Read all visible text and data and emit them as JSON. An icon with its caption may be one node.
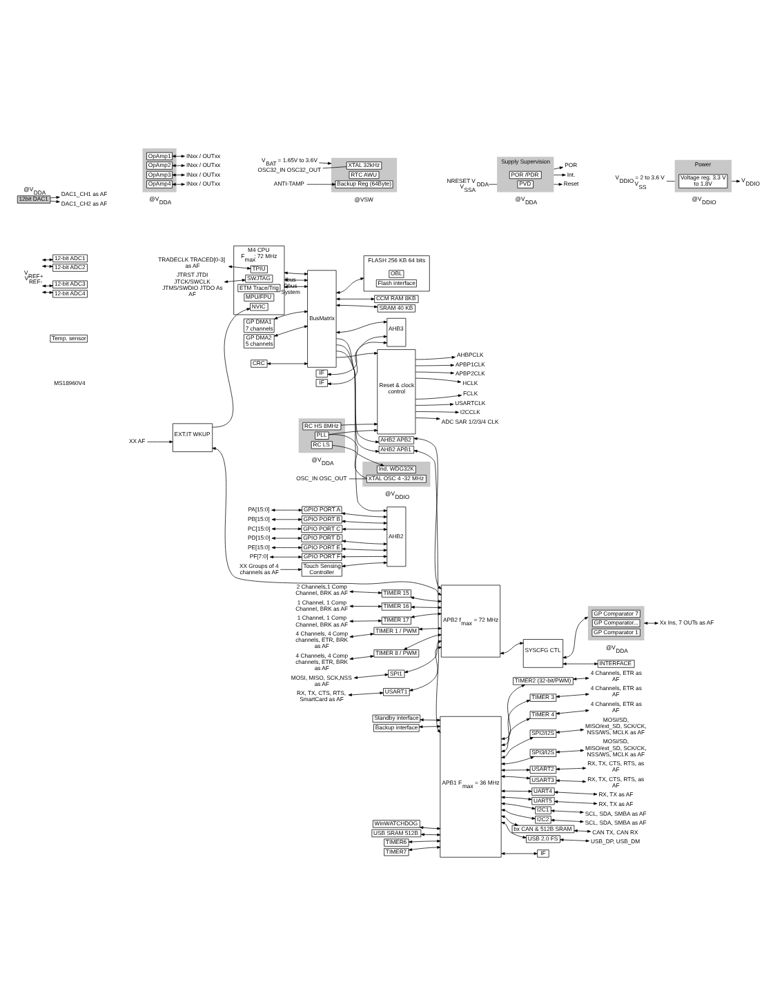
{
  "diagram": {
    "nodes": [
      {
        "text": [
          "TRADECLK TRACED[0-3] as AF"
        ]
      },
      {
        "text": [
          "JTRST JTDI JTCK/SWCLK JTMS/SWDIO JTDO As AF"
        ]
      },
      {
        "text": [
          "M4 CPU",
          "F$_{max}$: 72 MHz"
        ]
      },
      {
        "text": [
          "TPIU"
        ],
        "in": 2
      },
      {
        "text": [
          "SWJTAG"
        ],
        "in": 2
      },
      {
        "text": [
          "ETM Trace/Trig"
        ],
        "in": 2
      },
      {
        "text": [
          "MPU/FPU"
        ],
        "in": 2
      },
      {
        "text": [
          "NVIC"
        ],
        "in": 2
      },
      {
        "text": [
          "BusMatrix"
        ]
      },
      {
        "text": [
          "FLASH 256 KB 64 bits"
        ]
      },
      {
        "text": [
          "OBL"
        ],
        "in": 9
      },
      {
        "text": [
          "Flash interface"
        ],
        "in": 9
      },
      {
        "text": [
          "CCM RAM 8KB"
        ]
      },
      {
        "text": [
          "SRAM 40 KB"
        ]
      },
      {
        "text": [
          "GP DMA1",
          "7 channels"
        ]
      },
      {
        "text": [
          "GP DMA2",
          "5 channels"
        ]
      },
      {
        "text": [
          "Temp. sensor"
        ]
      },
      {
        "text": [
          "12-bit ADC1"
        ]
      },
      {
        "text": [
          "12-bit ADC2"
        ]
      },
      {
        "text": [
          "IF"
        ]
      },
      {
        "text": [
          "12-bit ADC3"
        ]
      },
      {
        "text": [
          "12-bit ADC4"
        ]
      },
      {
        "text": [
          "IF"
        ]
      },
      {
        "text": [
          "V$_{REF+}$ V$_{REF-}$"
        ]
      },
      {
        "text": [
          "AHB3"
        ]
      },
      {
        "text": [
          "Reset & clock control"
        ]
      },
      {
        "text": [
          "AHBPCLK"
        ]
      },
      {
        "text": [
          "APBP1CLK"
        ]
      },
      {
        "text": [
          "APBP2CLK"
        ]
      },
      {
        "text": [
          "HCLK"
        ]
      },
      {
        "text": [
          "FCLK"
        ]
      },
      {
        "text": [
          "USARTCLK"
        ]
      },
      {
        "text": [
          "I2CCLK"
        ]
      },
      {
        "text": [
          "ADC SAR 1/2/3/4 CLK"
        ]
      },
      {
        "text": [
          "Power"
        ],
        "beside": [
          "@V$_{DDIO}$"
        ]
      },
      {
        "text": [
          "Voltage reg. 3.3 V to 1.8V"
        ],
        "in": 34
      },
      {
        "text": [
          "V$_{DDIO}$"
        ]
      },
      {
        "text": [
          "V$_{DDIO}$ = 2 to 3.6 V V$_{SS}$"
        ]
      },
      {
        "text": [
          "Supply Supervision"
        ],
        "beside": [
          "@V$_{DDA}$"
        ]
      },
      {
        "text": [
          "POR /PDR"
        ],
        "in": 38
      },
      {
        "text": [
          "PVD"
        ],
        "in": 38
      },
      {
        "text": [
          "POR"
        ]
      },
      {
        "text": [
          "Reset"
        ]
      },
      {
        "text": [
          "Int."
        ]
      },
      {
        "text": [
          "NRESET V$_{DDA}$ V$_{SSA}$"
        ]
      },
      {
        "text": [],
        "shape": "box",
        "beside": [
          "@V$_{DDA}$"
        ]
      },
      {
        "text": [
          "RC HS 8MHz"
        ],
        "in": 45
      },
      {
        "text": [
          "RC LS"
        ],
        "in": 45
      },
      {
        "text": [
          "PLL"
        ],
        "in": 45
      },
      {
        "text": [],
        "shape": "box",
        "beside": [
          "@V$_{DDIO}$"
        ]
      },
      {
        "text": [
          "XTAL OSC 4 -32 MHz"
        ],
        "in": 49
      },
      {
        "text": [
          "Ind. WDG32K"
        ],
        "in": 49
      },
      {
        "text": [
          "Standby interface"
        ]
      },
      {
        "text": [
          "OSC_IN OSC_OUT"
        ]
      },
      {
        "text": [
          "V$_{BAT}$ = 1.65V to 3.6V"
        ]
      },
      {
        "text": [],
        "shape": "box",
        "beside": [
          "@VSW"
        ]
      },
      {
        "text": [
          "XTAL 32kHz"
        ],
        "in": 55
      },
      {
        "text": [
          "RTC AWU"
        ],
        "in": 55
      },
      {
        "text": [
          "Backup Reg (64Byte)"
        ],
        "in": 55
      },
      {
        "text": [
          "Backup interface"
        ]
      },
      {
        "text": [
          "OSC32_IN OSC32_OUT"
        ]
      },
      {
        "text": [
          "ANTI-TAMP"
        ]
      },
      {
        "text": [
          "CRC"
        ]
      },
      {
        "text": [
          "AHB2"
        ]
      },
      {
        "text": [
          "GPIO PORT A"
        ]
      },
      {
        "text": [
          "GPIO PORT B"
        ]
      },
      {
        "text": [
          "GPIO PORT C"
        ]
      },
      {
        "text": [
          "GPIO PORT D"
        ]
      },
      {
        "text": [
          "GPIO PORT E"
        ]
      },
      {
        "text": [
          "GPIO PORT F"
        ]
      },
      {
        "text": [
          "PA[15:0]"
        ]
      },
      {
        "text": [
          "PB[15:0]"
        ]
      },
      {
        "text": [
          "PC[15:0]"
        ]
      },
      {
        "text": [
          "PD[15:0]"
        ]
      },
      {
        "text": [
          "PE[15:0]"
        ]
      },
      {
        "text": [
          "PF[7:0]"
        ]
      },
      {
        "text": [
          "Touch Sensing Controller"
        ]
      },
      {
        "text": [
          "XX Groups of 4 channels as AF"
        ]
      },
      {
        "text": [
          "AHB2 APB2"
        ]
      },
      {
        "text": [
          "AHB2 APB1"
        ]
      },
      {
        "text": [
          "APB1 F$_{max}$ = 36 MHz"
        ]
      },
      {
        "text": [
          "APB2 f$_{max}$ = 72 MHz"
        ]
      },
      {
        "text": [
          "TIMER2 (32-bit/PWM)"
        ]
      },
      {
        "text": [
          "TIMER 3"
        ]
      },
      {
        "text": [
          "TIMER 4"
        ]
      },
      {
        "text": [
          "SPI2/I2S"
        ]
      },
      {
        "text": [
          "SPI3/I2S"
        ]
      },
      {
        "text": [
          "USART2"
        ]
      },
      {
        "text": [
          "USART3"
        ]
      },
      {
        "text": [
          "UART4"
        ]
      },
      {
        "text": [
          "UART5"
        ]
      },
      {
        "text": [
          "I2C1"
        ]
      },
      {
        "text": [
          "I2C2"
        ]
      },
      {
        "text": [
          "bx CAN & 512B SRAM"
        ]
      },
      {
        "text": [
          "USB 2.0 FS"
        ]
      },
      {
        "text": [
          "4 Channels, ETR as AF"
        ]
      },
      {
        "text": [
          "4 Channels, ETR as AF"
        ]
      },
      {
        "text": [
          "4 Channels, ETR as AF"
        ]
      },
      {
        "text": [
          "MOSI/SD, MISO/ext_SD, SCK/CK, NSS/WS, MCLK as AF"
        ]
      },
      {
        "text": [
          "MOSI/SD, MISO/ext_SD, SCK/CK, NSS/WS, MCLK as AF"
        ]
      },
      {
        "text": [
          "RX, TX, CTS, RTS, as AF"
        ]
      },
      {
        "text": [
          "RX, TX, CTS, RTS, as AF"
        ]
      },
      {
        "text": [
          "RX, TX as AF"
        ]
      },
      {
        "text": [
          "RX, TX as AF"
        ]
      },
      {
        "text": [
          "SCL, SDA, SMBA as AF"
        ]
      },
      {
        "text": [
          "SCL, SDA, SMBA as AF"
        ]
      },
      {
        "text": [
          "CAN TX, CAN RX"
        ]
      },
      {
        "text": [
          "USB_DP, USB_DM"
        ]
      },
      {
        "text": [
          "WinWATCHDOG"
        ]
      },
      {
        "text": [
          "USB SRAM 512B"
        ]
      },
      {
        "text": [
          "TIMER6"
        ]
      },
      {
        "text": [
          "TIMER7"
        ]
      },
      {
        "text": [
          "IF"
        ]
      },
      {
        "text": [
          "12bit DAC1"
        ],
        "beside": [
          "@V$_{DDA}$"
        ]
      },
      {
        "text": [
          "DAC1_CH1 as AF"
        ]
      },
      {
        "text": [
          "DAC1_CH2 as AF"
        ]
      },
      {
        "text": [
          "EXT.IT WKUP"
        ]
      },
      {
        "text": [
          "XX AF"
        ]
      },
      {
        "text": [
          "TIMER 15"
        ]
      },
      {
        "text": [
          "TIMER 16"
        ]
      },
      {
        "text": [
          "TIMER 17"
        ]
      },
      {
        "text": [
          "TIMER 1 / PWM"
        ]
      },
      {
        "text": [
          "TIMER 8 / PWM"
        ]
      },
      {
        "text": [
          "SPI1"
        ]
      },
      {
        "text": [
          "USART1"
        ]
      },
      {
        "text": [
          "2 Channels,1 Comp Channel, BRK as AF"
        ]
      },
      {
        "text": [
          "1 Channel, 1 Comp Channel, BRK as AF"
        ]
      },
      {
        "text": [
          "1 Channel, 1 Comp Channel, BRK as AF"
        ]
      },
      {
        "text": [
          "4 Channels, 4 Comp channels, ETR, BRK as AF"
        ]
      },
      {
        "text": [
          "4 Channels, 4 Comp channels, ETR, BRK as AF"
        ]
      },
      {
        "text": [
          "MOSI, MISO, SCK,NSS as AF"
        ]
      },
      {
        "text": [
          "RX, TX, CTS, RTS, SmartCard as AF"
        ]
      },
      {
        "text": [
          "SYSCFG CTL"
        ]
      },
      {
        "text": [],
        "shape": "box",
        "beside": [
          "@V$_{DDA}$"
        ]
      },
      {
        "text": [
          "GP Comparator 7"
        ],
        "in": 133
      },
      {
        "text": [
          "GP Comparator..."
        ],
        "in": 133
      },
      {
        "text": [
          "GP Comparator 1"
        ],
        "in": 133
      },
      {
        "text": [
          "Xx Ins, 7 OUTs as AF"
        ]
      },
      {
        "text": [
          "INTERFACE"
        ]
      },
      {
        "text": [],
        "shape": "box",
        "beside": [
          "@V$_{DDA}$"
        ]
      },
      {
        "text": [
          "OpAmp1"
        ],
        "in": 139
      },
      {
        "text": [
          "OpAmp2"
        ],
        "in": 139
      },
      {
        "text": [
          "OpAmp3"
        ],
        "in": 139
      },
      {
        "text": [
          "OpAmp4"
        ],
        "in": 139
      },
      {
        "text": [
          "INxx / OUTxx"
        ]
      },
      {
        "text": [
          "INxx / OUTxx"
        ]
      },
      {
        "text": [
          "INxx / OUTxx"
        ]
      },
      {
        "text": [
          "INxx / OUTxx"
        ]
      }
    ],
    "edges": [
      {
        "from": 0,
        "to": 3,
        "arrow": "both"
      },
      {
        "from": 1,
        "to": 4,
        "arrow": "both"
      },
      {
        "from": 2,
        "to": 8,
        "arrow": "both",
        "label": "Ibus"
      },
      {
        "from": 2,
        "to": 8,
        "arrow": "both",
        "label": "Dbus"
      },
      {
        "from": 2,
        "to": 8,
        "arrow": "both",
        "label": "System"
      },
      {
        "from": 8,
        "to": 9,
        "arrow": "both"
      },
      {
        "from": 8,
        "to": 12,
        "arrow": "both"
      },
      {
        "from": 8,
        "to": 13,
        "arrow": "both"
      },
      {
        "from": 14,
        "to": 8,
        "arrow": "both"
      },
      {
        "from": 15,
        "to": 8,
        "arrow": "both"
      },
      {
        "from": 8,
        "to": 24,
        "arrow": "both"
      },
      {
        "from": 8,
        "to": 63,
        "arrow": "to"
      },
      {
        "from": 8,
        "to": 78,
        "arrow": "to"
      },
      {
        "from": 8,
        "to": 79,
        "arrow": "to"
      },
      {
        "from": 8,
        "to": 25,
        "arrow": "to"
      },
      {
        "from": 19,
        "to": 24,
        "arrow": "both"
      },
      {
        "from": 22,
        "to": 24,
        "arrow": "both"
      },
      {
        "from": 23,
        "to": 17,
        "arrow": "both"
      },
      {
        "from": 23,
        "to": 18,
        "arrow": "both"
      },
      {
        "from": 23,
        "to": 20,
        "arrow": "both"
      },
      {
        "from": 23,
        "to": 21,
        "arrow": "both"
      },
      {
        "from": 116,
        "to": 7,
        "arrow": "to"
      },
      {
        "from": 25,
        "to": 26,
        "arrow": "to"
      },
      {
        "from": 25,
        "to": 27,
        "arrow": "to"
      },
      {
        "from": 25,
        "to": 28,
        "arrow": "to"
      },
      {
        "from": 25,
        "to": 29,
        "arrow": "to"
      },
      {
        "from": 25,
        "to": 30,
        "arrow": "to"
      },
      {
        "from": 25,
        "to": 31,
        "arrow": "to"
      },
      {
        "from": 25,
        "to": 32,
        "arrow": "to"
      },
      {
        "from": 25,
        "to": 33,
        "arrow": "to"
      },
      {
        "from": 34,
        "to": 36,
        "arrow": "to"
      },
      {
        "from": 37,
        "to": 34,
        "arrow": "none"
      },
      {
        "from": 38,
        "to": 41,
        "arrow": "to"
      },
      {
        "from": 38,
        "to": 42,
        "arrow": "to"
      },
      {
        "from": 38,
        "to": 43,
        "arrow": "to"
      },
      {
        "from": 44,
        "to": 38,
        "arrow": "none"
      },
      {
        "from": 46,
        "to": 25,
        "arrow": "to"
      },
      {
        "from": 48,
        "to": 25,
        "arrow": "to"
      },
      {
        "from": 47,
        "to": 51,
        "arrow": "to"
      },
      {
        "from": 50,
        "to": 48,
        "arrow": "none"
      },
      {
        "from": 53,
        "to": 50,
        "arrow": "none"
      },
      {
        "from": 52,
        "to": 80,
        "arrow": "both"
      },
      {
        "from": 54,
        "to": 55,
        "arrow": "to"
      },
      {
        "from": 60,
        "to": 56,
        "arrow": "none"
      },
      {
        "from": 61,
        "to": 58,
        "arrow": "to"
      },
      {
        "from": 59,
        "to": 80,
        "arrow": "both"
      },
      {
        "from": 62,
        "to": 8,
        "arrow": "both"
      },
      {
        "from": 64,
        "to": 63,
        "arrow": "both"
      },
      {
        "from": 65,
        "to": 63,
        "arrow": "both"
      },
      {
        "from": 66,
        "to": 63,
        "arrow": "both"
      },
      {
        "from": 67,
        "to": 63,
        "arrow": "both"
      },
      {
        "from": 68,
        "to": 63,
        "arrow": "both"
      },
      {
        "from": 69,
        "to": 63,
        "arrow": "both"
      },
      {
        "from": 70,
        "to": 64,
        "arrow": "both"
      },
      {
        "from": 71,
        "to": 65,
        "arrow": "both"
      },
      {
        "from": 72,
        "to": 66,
        "arrow": "both"
      },
      {
        "from": 73,
        "to": 67,
        "arrow": "both"
      },
      {
        "from": 74,
        "to": 68,
        "arrow": "both"
      },
      {
        "from": 75,
        "to": 69,
        "arrow": "both"
      },
      {
        "from": 77,
        "to": 76,
        "arrow": "to"
      },
      {
        "from": 76,
        "to": 63,
        "arrow": "both"
      },
      {
        "from": 78,
        "to": 81,
        "arrow": "both"
      },
      {
        "from": 79,
        "to": 80,
        "arrow": "both"
      },
      {
        "from": 80,
        "to": 82,
        "arrow": "both"
      },
      {
        "from": 80,
        "to": 83,
        "arrow": "both"
      },
      {
        "from": 80,
        "to": 84,
        "arrow": "both"
      },
      {
        "from": 80,
        "to": 85,
        "arrow": "both"
      },
      {
        "from": 80,
        "to": 86,
        "arrow": "both"
      },
      {
        "from": 80,
        "to": 87,
        "arrow": "both"
      },
      {
        "from": 80,
        "to": 88,
        "arrow": "both"
      },
      {
        "from": 80,
        "to": 89,
        "arrow": "both"
      },
      {
        "from": 80,
        "to": 90,
        "arrow": "both"
      },
      {
        "from": 80,
        "to": 91,
        "arrow": "both"
      },
      {
        "from": 80,
        "to": 92,
        "arrow": "both"
      },
      {
        "from": 80,
        "to": 93,
        "arrow": "both"
      },
      {
        "from": 80,
        "to": 94,
        "arrow": "both"
      },
      {
        "from": 82,
        "to": 95,
        "arrow": "both"
      },
      {
        "from": 83,
        "to": 96,
        "arrow": "both"
      },
      {
        "from": 84,
        "to": 97,
        "arrow": "both"
      },
      {
        "from": 85,
        "to": 98,
        "arrow": "both"
      },
      {
        "from": 86,
        "to": 99,
        "arrow": "both"
      },
      {
        "from": 87,
        "to": 100,
        "arrow": "both"
      },
      {
        "from": 88,
        "to": 101,
        "arrow": "both"
      },
      {
        "from": 89,
        "to": 102,
        "arrow": "both"
      },
      {
        "from": 90,
        "to": 103,
        "arrow": "both"
      },
      {
        "from": 91,
        "to": 104,
        "arrow": "both"
      },
      {
        "from": 92,
        "to": 105,
        "arrow": "both"
      },
      {
        "from": 93,
        "to": 106,
        "arrow": "both"
      },
      {
        "from": 94,
        "to": 107,
        "arrow": "both"
      },
      {
        "from": 108,
        "to": 80,
        "arrow": "both"
      },
      {
        "from": 109,
        "to": 80,
        "arrow": "both"
      },
      {
        "from": 110,
        "to": 80,
        "arrow": "both"
      },
      {
        "from": 111,
        "to": 80,
        "arrow": "both"
      },
      {
        "from": 80,
        "to": 112,
        "arrow": "both"
      },
      {
        "from": 113,
        "to": 114,
        "arrow": "to"
      },
      {
        "from": 113,
        "to": 115,
        "arrow": "to"
      },
      {
        "from": 117,
        "to": 116,
        "arrow": "to"
      },
      {
        "from": 116,
        "to": 81,
        "arrow": "both"
      },
      {
        "from": 118,
        "to": 81,
        "arrow": "both"
      },
      {
        "from": 119,
        "to": 81,
        "arrow": "both"
      },
      {
        "from": 120,
        "to": 81,
        "arrow": "both"
      },
      {
        "from": 121,
        "to": 81,
        "arrow": "both"
      },
      {
        "from": 122,
        "to": 81,
        "arrow": "both"
      },
      {
        "from": 123,
        "to": 81,
        "arrow": "both"
      },
      {
        "from": 124,
        "to": 81,
        "arrow": "both"
      },
      {
        "from": 125,
        "to": 118,
        "arrow": "both"
      },
      {
        "from": 126,
        "to": 119,
        "arrow": "both"
      },
      {
        "from": 127,
        "to": 120,
        "arrow": "both"
      },
      {
        "from": 128,
        "to": 121,
        "arrow": "both"
      },
      {
        "from": 129,
        "to": 122,
        "arrow": "both"
      },
      {
        "from": 130,
        "to": 123,
        "arrow": "both"
      },
      {
        "from": 131,
        "to": 124,
        "arrow": "both"
      },
      {
        "from": 81,
        "to": 132,
        "arrow": "both"
      },
      {
        "from": 132,
        "to": 133,
        "arrow": "both"
      },
      {
        "from": 133,
        "to": 137,
        "arrow": "both"
      },
      {
        "from": 132,
        "to": 138,
        "arrow": "both"
      },
      {
        "from": 140,
        "to": 144,
        "arrow": "both"
      },
      {
        "from": 141,
        "to": 145,
        "arrow": "both"
      },
      {
        "from": 142,
        "to": 146,
        "arrow": "both"
      },
      {
        "from": 143,
        "to": 147,
        "arrow": "both"
      }
    ],
    "labels": [
      "MS18960V4"
    ]
  }
}
